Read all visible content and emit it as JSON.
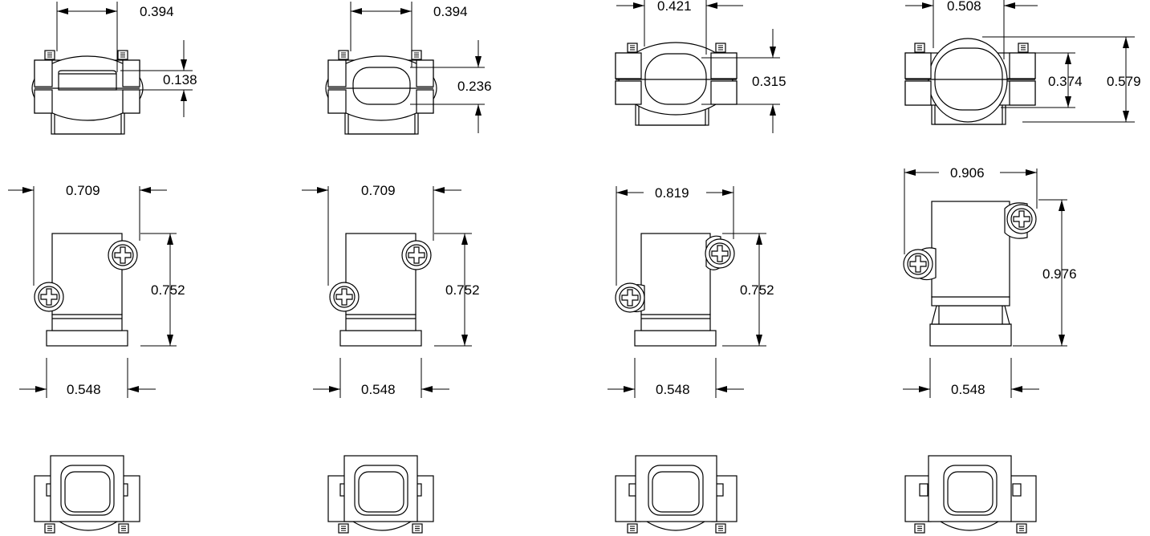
{
  "colors": {
    "ink": "#000000",
    "paper": "#ffffff"
  },
  "top_view": [
    {
      "width": "0.394",
      "opening": "0.138"
    },
    {
      "width": "0.394",
      "opening": "0.236"
    },
    {
      "width": "0.421",
      "opening": "0.315"
    },
    {
      "width": "0.508",
      "opening": "0.374",
      "overall": "0.579"
    }
  ],
  "side_view": [
    {
      "overall_width": "0.709",
      "height": "0.752",
      "base_width": "0.548"
    },
    {
      "overall_width": "0.709",
      "height": "0.752",
      "base_width": "0.548"
    },
    {
      "overall_width": "0.819",
      "height": "0.752",
      "base_width": "0.548"
    },
    {
      "overall_width": "0.906",
      "height": "0.976",
      "base_width": "0.548"
    }
  ],
  "icons": {
    "screw_head": "phillips-screw-icon",
    "screw_slot": "slotted-screw-icon"
  }
}
